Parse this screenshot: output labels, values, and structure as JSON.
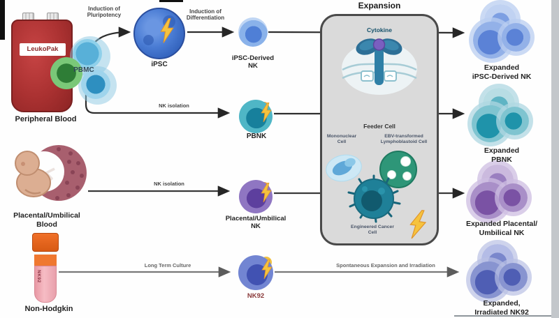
{
  "sources": {
    "peripheral_blood": {
      "label": "Peripheral Blood",
      "bag_text": "LeukoPak",
      "cells_label": "PBMC"
    },
    "placental_umbilical": {
      "label_lines": [
        "Placental/Umbilical",
        "Blood"
      ]
    },
    "non_hodgkin": {
      "label": "Non-Hodgkin",
      "tube_text": "NK92"
    }
  },
  "process_arrows": {
    "induction_pluripotency": [
      "Induction of",
      "Pluripotency"
    ],
    "induction_differentiation": [
      "Induction of",
      "Differentiation"
    ],
    "nk_isolation_pb": "NK isolation",
    "nk_isolation_pu": "NK isolation",
    "long_term_culture": "Long Term Culture",
    "spontaneous_expansion": "Spontaneous Expansion and Irradiation"
  },
  "intermediate_cells": {
    "ipsc": "iPSC",
    "ipsc_derived_nk": [
      "iPSC-Derived",
      "NK"
    ],
    "pbnk": "PBNK",
    "placental_umbilical_nk": [
      "Placental/Umbilical",
      "NK"
    ],
    "nk92": "NK92"
  },
  "expansion_box": {
    "title": "Expansion",
    "cytokine_label": "Cytokine",
    "feeder_cell_label": "Feeder Cell",
    "mononuclear_label": [
      "Mononuclear",
      "Cell"
    ],
    "ebv_label": [
      "EBV-transformed",
      "Lymphoblastoid Cell"
    ],
    "engineered_cancer_label": [
      "Engineered Cancer",
      "Cell"
    ]
  },
  "expanded_products": {
    "ipsc_nk": [
      "Expanded",
      "iPSC-Derived NK"
    ],
    "pbnk": [
      "Expanded",
      "PBNK"
    ],
    "placental_nk": [
      "Expanded Placental/",
      "Umbilical NK"
    ],
    "nk92": [
      "Expanded,",
      "Irradiated NK92"
    ]
  },
  "colors": {
    "ipsc_blue": "#4a7cd4",
    "ipsc_nk_blue": "#8ab2ea",
    "pbnk_teal": "#2d9aae",
    "placental_purple": "#8f76c2",
    "nk92_periwinkle": "#7285d2",
    "blood_bag_red": "#a83030",
    "expansion_box_gray": "#dadada",
    "lightning_yellow": "#f6c33e",
    "feeder_green": "#2e9678",
    "arrow_dark": "#2b2b2b",
    "arrow_gray": "#777777"
  }
}
